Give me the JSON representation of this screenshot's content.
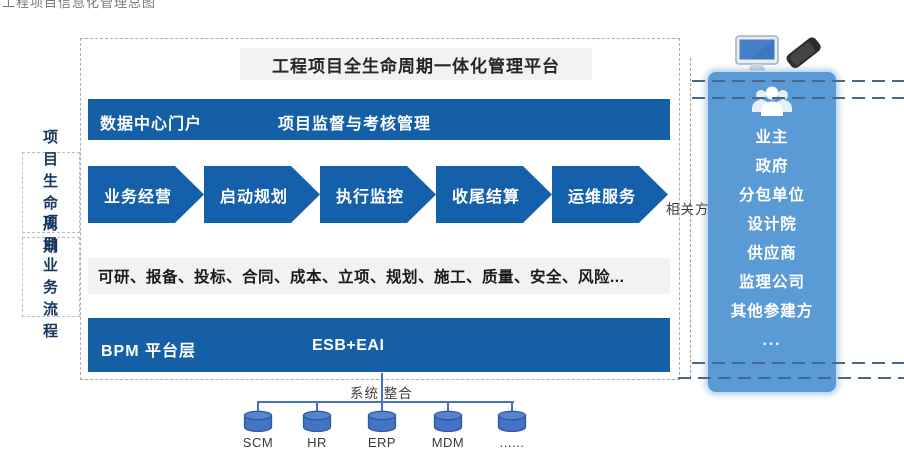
{
  "page": {
    "clipped_header": "工程项目信息化管理总图"
  },
  "title_bar": {
    "label": "工程项目全生命周期一体化管理平台"
  },
  "portal_bar": {
    "left": "数据中心门户",
    "center": "项目监督与考核管理"
  },
  "lifecycle": {
    "stages": [
      "业务经营",
      "启动规划",
      "执行监控",
      "收尾结算",
      "运维服务"
    ]
  },
  "side_labels": {
    "lifecycle_box": "项目生命周期",
    "process_box": "项目业务流程"
  },
  "process_bar": {
    "label": "可研、报备、投标、合同、成本、立项、规划、施工、质量、安全、风险..."
  },
  "platform_bar": {
    "left": "BPM  平台层",
    "center": "ESB+EAI"
  },
  "stakeholders": {
    "connector_label": "相关方",
    "items": [
      "业主",
      "政府",
      "分包单位",
      "设计院",
      "供应商",
      "监理公司",
      "其他参建方",
      "..."
    ]
  },
  "integration": {
    "label": "系统 整合",
    "systems": [
      "SCM",
      "HR",
      "ERP",
      "MDM",
      "......"
    ]
  },
  "icons": {
    "devices": [
      "desktop-monitor",
      "smartphone"
    ],
    "stakeholder_group": "people-group",
    "system_nodes": "database-cylinder"
  },
  "colors": {
    "bar_blue": "#155FA6",
    "chevron_blue": "#1560AB",
    "panel_blue": "#5B9BD5",
    "cylinder_blue": "#4472C4",
    "cylinder_stroke": "#2E5C9A",
    "gray_box": "#F2F2F2",
    "side_label_text": "#17375E"
  }
}
